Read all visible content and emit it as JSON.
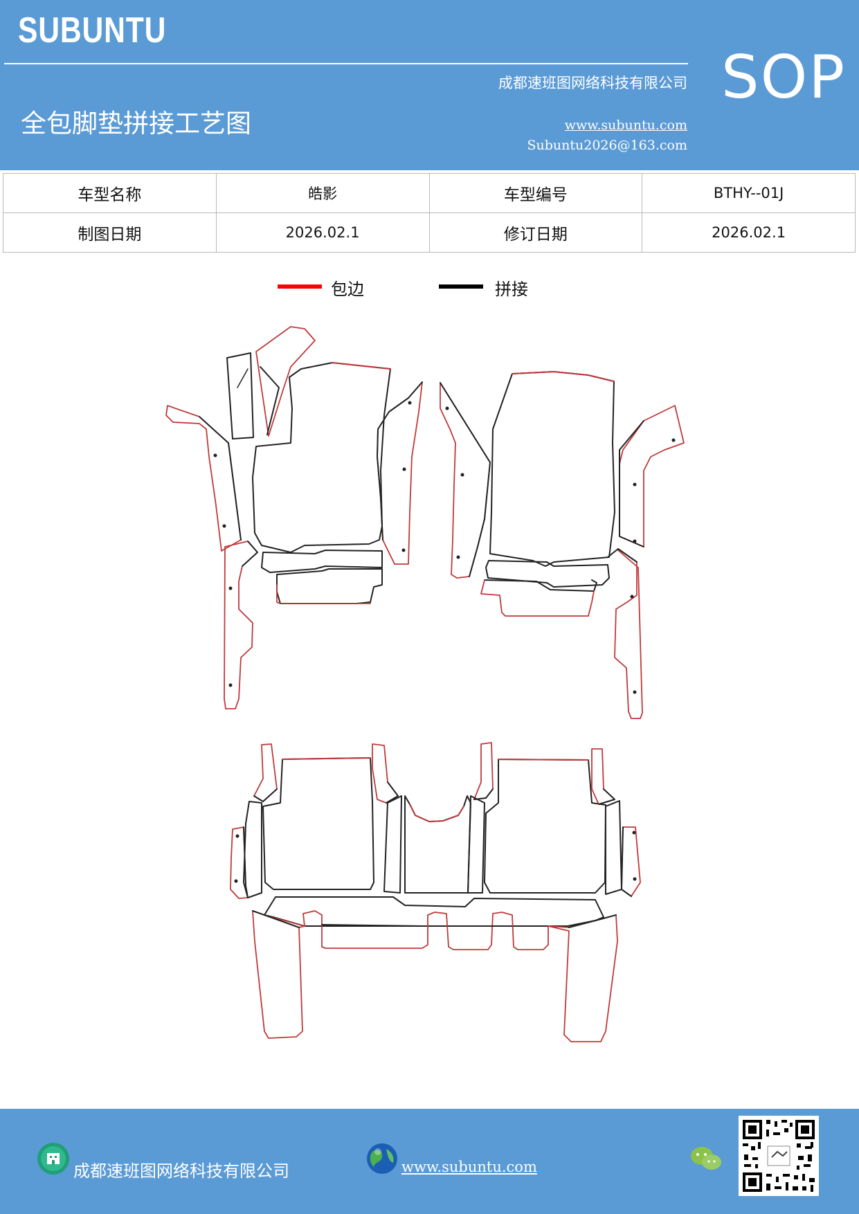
{
  "header": {
    "brand": "SUBUNTU",
    "company": "成都速班图网络科技有限公司",
    "title": "全包脚垫拼接工艺图",
    "website": "www.subuntu.com",
    "email": "Subuntu2026@163.com",
    "sop": "SOP"
  },
  "info_table": {
    "model_name_label": "车型名称",
    "model_name_value": "皓影",
    "model_code_label": "车型编号",
    "model_code_value": "BTHY--01J",
    "draw_date_label": "制图日期",
    "draw_date_value": "2026.02.1",
    "revise_date_label": "修订日期",
    "revise_date_value": "2026.02.1"
  },
  "legend": {
    "items": [
      {
        "label": "包边",
        "color": "#ff0000"
      },
      {
        "label": "拼接",
        "color": "#000000"
      }
    ]
  },
  "colors": {
    "header_bg": "#5b9bd5",
    "edge_line": "#c0393b",
    "seam_line": "#222222"
  },
  "footer": {
    "company": "成都速班图网络科技有限公司",
    "website": "www.subuntu.com",
    "icons": [
      "building-icon",
      "globe-icon",
      "wechat-icon",
      "qr-code"
    ]
  }
}
